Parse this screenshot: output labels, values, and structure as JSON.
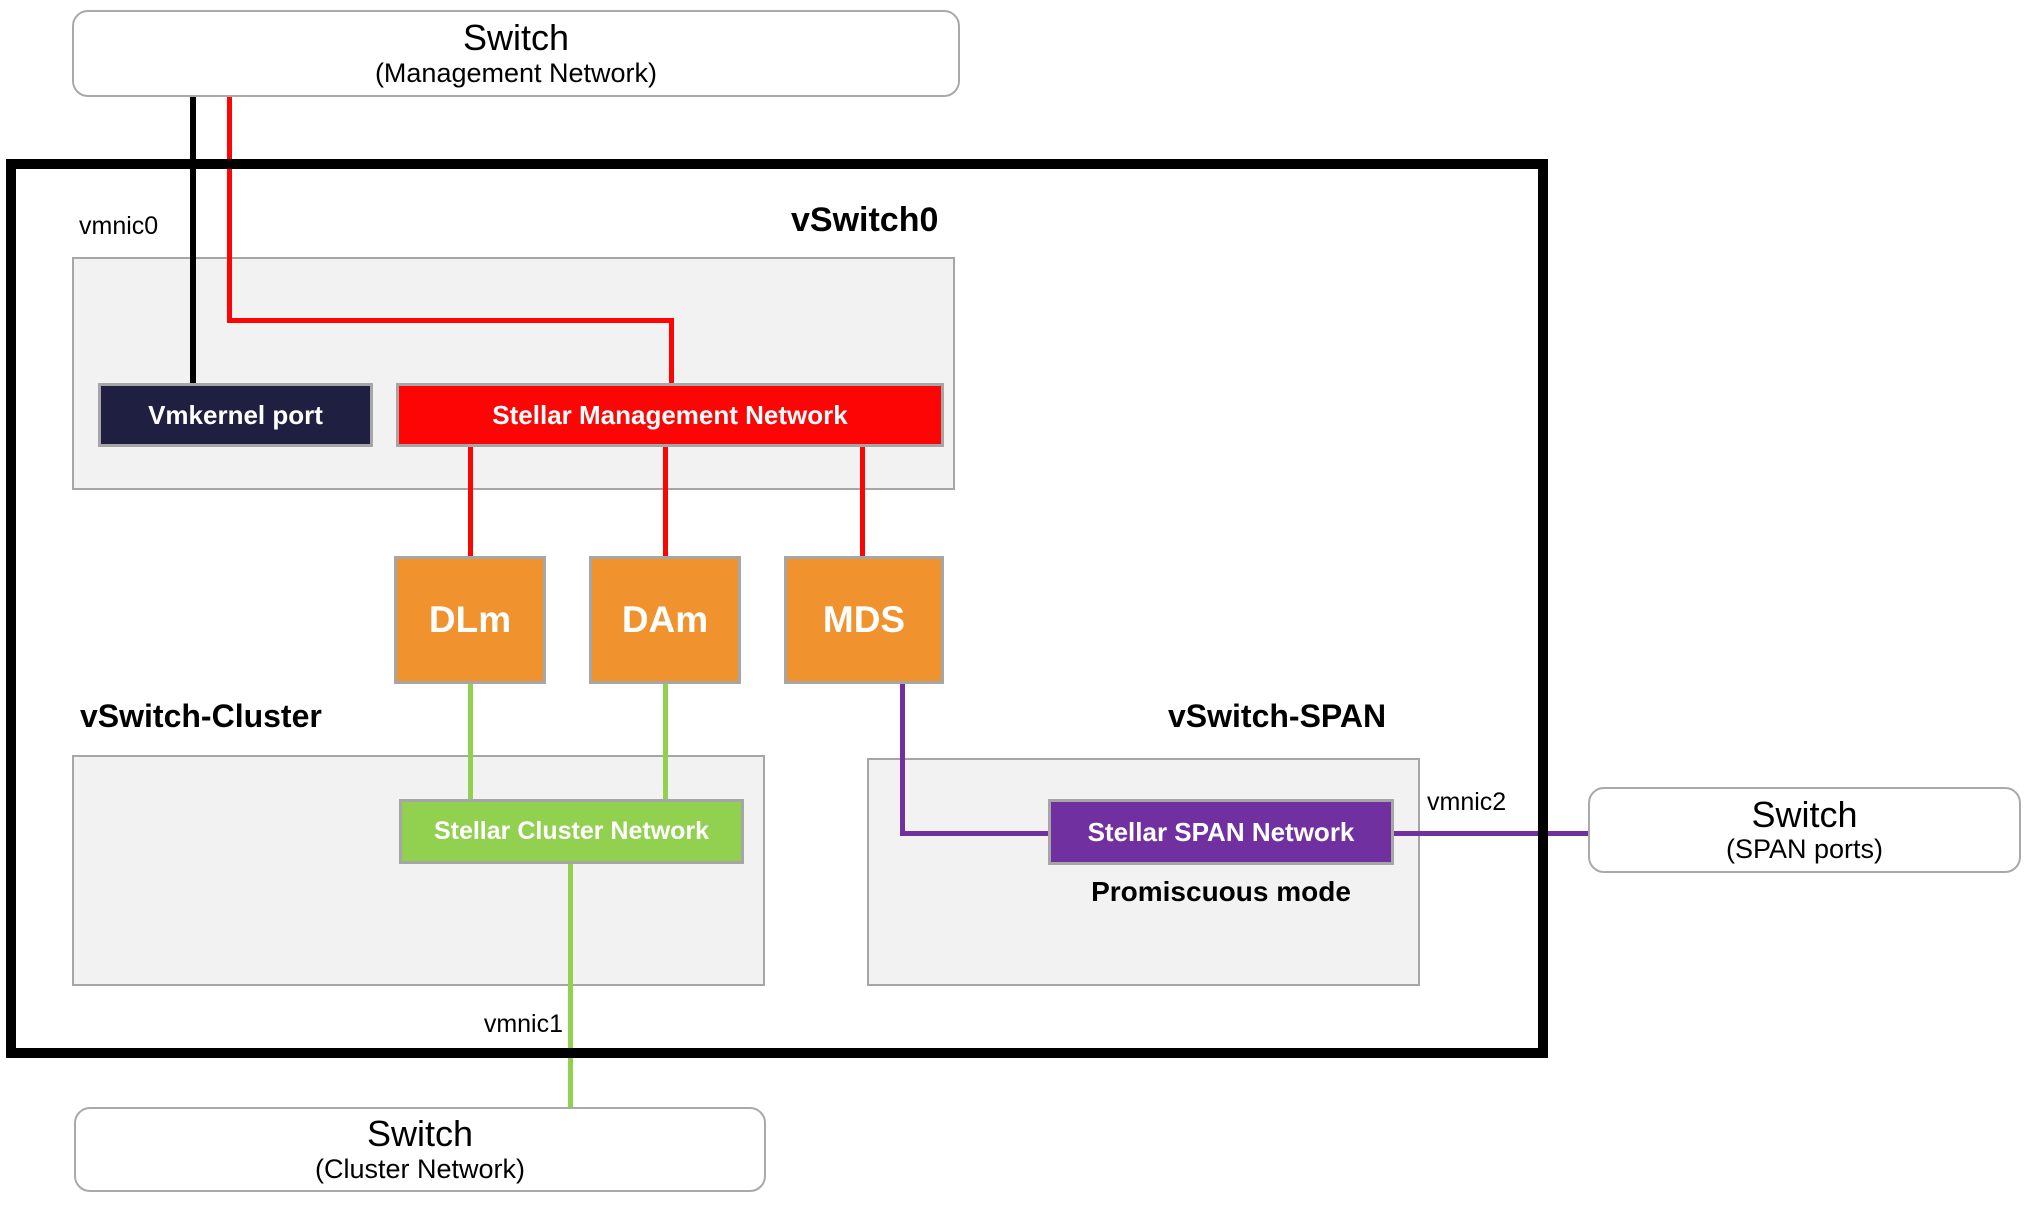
{
  "external_switches": {
    "management": {
      "title": "Switch",
      "subtitle": "(Management Network)"
    },
    "span": {
      "title": "Switch",
      "subtitle": "(SPAN ports)"
    },
    "cluster": {
      "title": "Switch",
      "subtitle": "(Cluster Network)"
    }
  },
  "vswitches": {
    "vswitch0": {
      "title": "vSwitch0"
    },
    "cluster": {
      "title": "vSwitch-Cluster"
    },
    "span": {
      "title": "vSwitch-SPAN",
      "note": "Promiscuous mode"
    }
  },
  "port_groups": {
    "vmkernel": {
      "label": "Vmkernel port",
      "color": "#1F2041"
    },
    "management": {
      "label": "Stellar Management Network",
      "color": "#FE0505"
    },
    "cluster": {
      "label": "Stellar Cluster Network",
      "color": "#92D050"
    },
    "span": {
      "label": "Stellar SPAN Network",
      "color": "#7030A0"
    }
  },
  "vms": [
    {
      "label": "DLm"
    },
    {
      "label": "DAm"
    },
    {
      "label": "MDS"
    }
  ],
  "nic_labels": {
    "vmnic0": "vmnic0",
    "vmnic1": "vmnic1",
    "vmnic2": "vmnic2"
  },
  "colors": {
    "vm_fill": "#F0922D",
    "line_black": "#000000",
    "line_red": "#FE0505",
    "line_green": "#92D050",
    "line_purple": "#7030A0",
    "box_border_gray": "#A6A6A6",
    "container_fill": "#F2F2F2",
    "host_border": "#000000"
  },
  "connections": [
    {
      "from": "switch-management",
      "to": "vmkernel-port",
      "color": "black",
      "via": "vmnic0"
    },
    {
      "from": "switch-management",
      "to": "stellar-management-network",
      "color": "red",
      "via": "vmnic0"
    },
    {
      "from": "stellar-management-network",
      "to": "DLm",
      "color": "red"
    },
    {
      "from": "stellar-management-network",
      "to": "DAm",
      "color": "red"
    },
    {
      "from": "stellar-management-network",
      "to": "MDS",
      "color": "red"
    },
    {
      "from": "DLm",
      "to": "stellar-cluster-network",
      "color": "green"
    },
    {
      "from": "DAm",
      "to": "stellar-cluster-network",
      "color": "green"
    },
    {
      "from": "stellar-cluster-network",
      "to": "switch-cluster",
      "color": "green",
      "via": "vmnic1"
    },
    {
      "from": "MDS",
      "to": "stellar-span-network",
      "color": "purple"
    },
    {
      "from": "stellar-span-network",
      "to": "switch-span",
      "color": "purple",
      "via": "vmnic2"
    }
  ]
}
